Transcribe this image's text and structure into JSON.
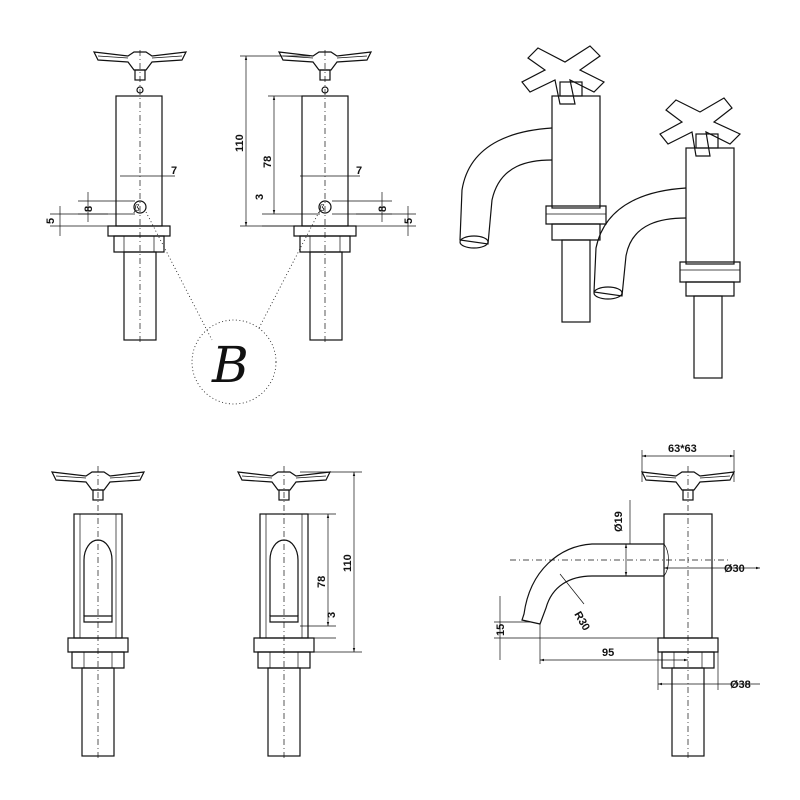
{
  "dims": {
    "front_left": {
      "d7": "7",
      "d8": "8",
      "d5": "5"
    },
    "front_right": {
      "d110": "110",
      "d78": "78",
      "d3": "3",
      "d7": "7",
      "d8": "8",
      "d5": "5"
    },
    "section_right": {
      "d110": "110",
      "d78": "78",
      "d3": "3"
    },
    "side": {
      "d63": "63*63",
      "d19": "Ø19",
      "d30": "Ø30",
      "r30": "R30",
      "d15": "15",
      "d95": "95",
      "d38": "Ø38"
    }
  },
  "logo": {
    "letter": "B",
    "style": "script-monogram"
  },
  "icons": [
    "cross-handle-icon"
  ]
}
